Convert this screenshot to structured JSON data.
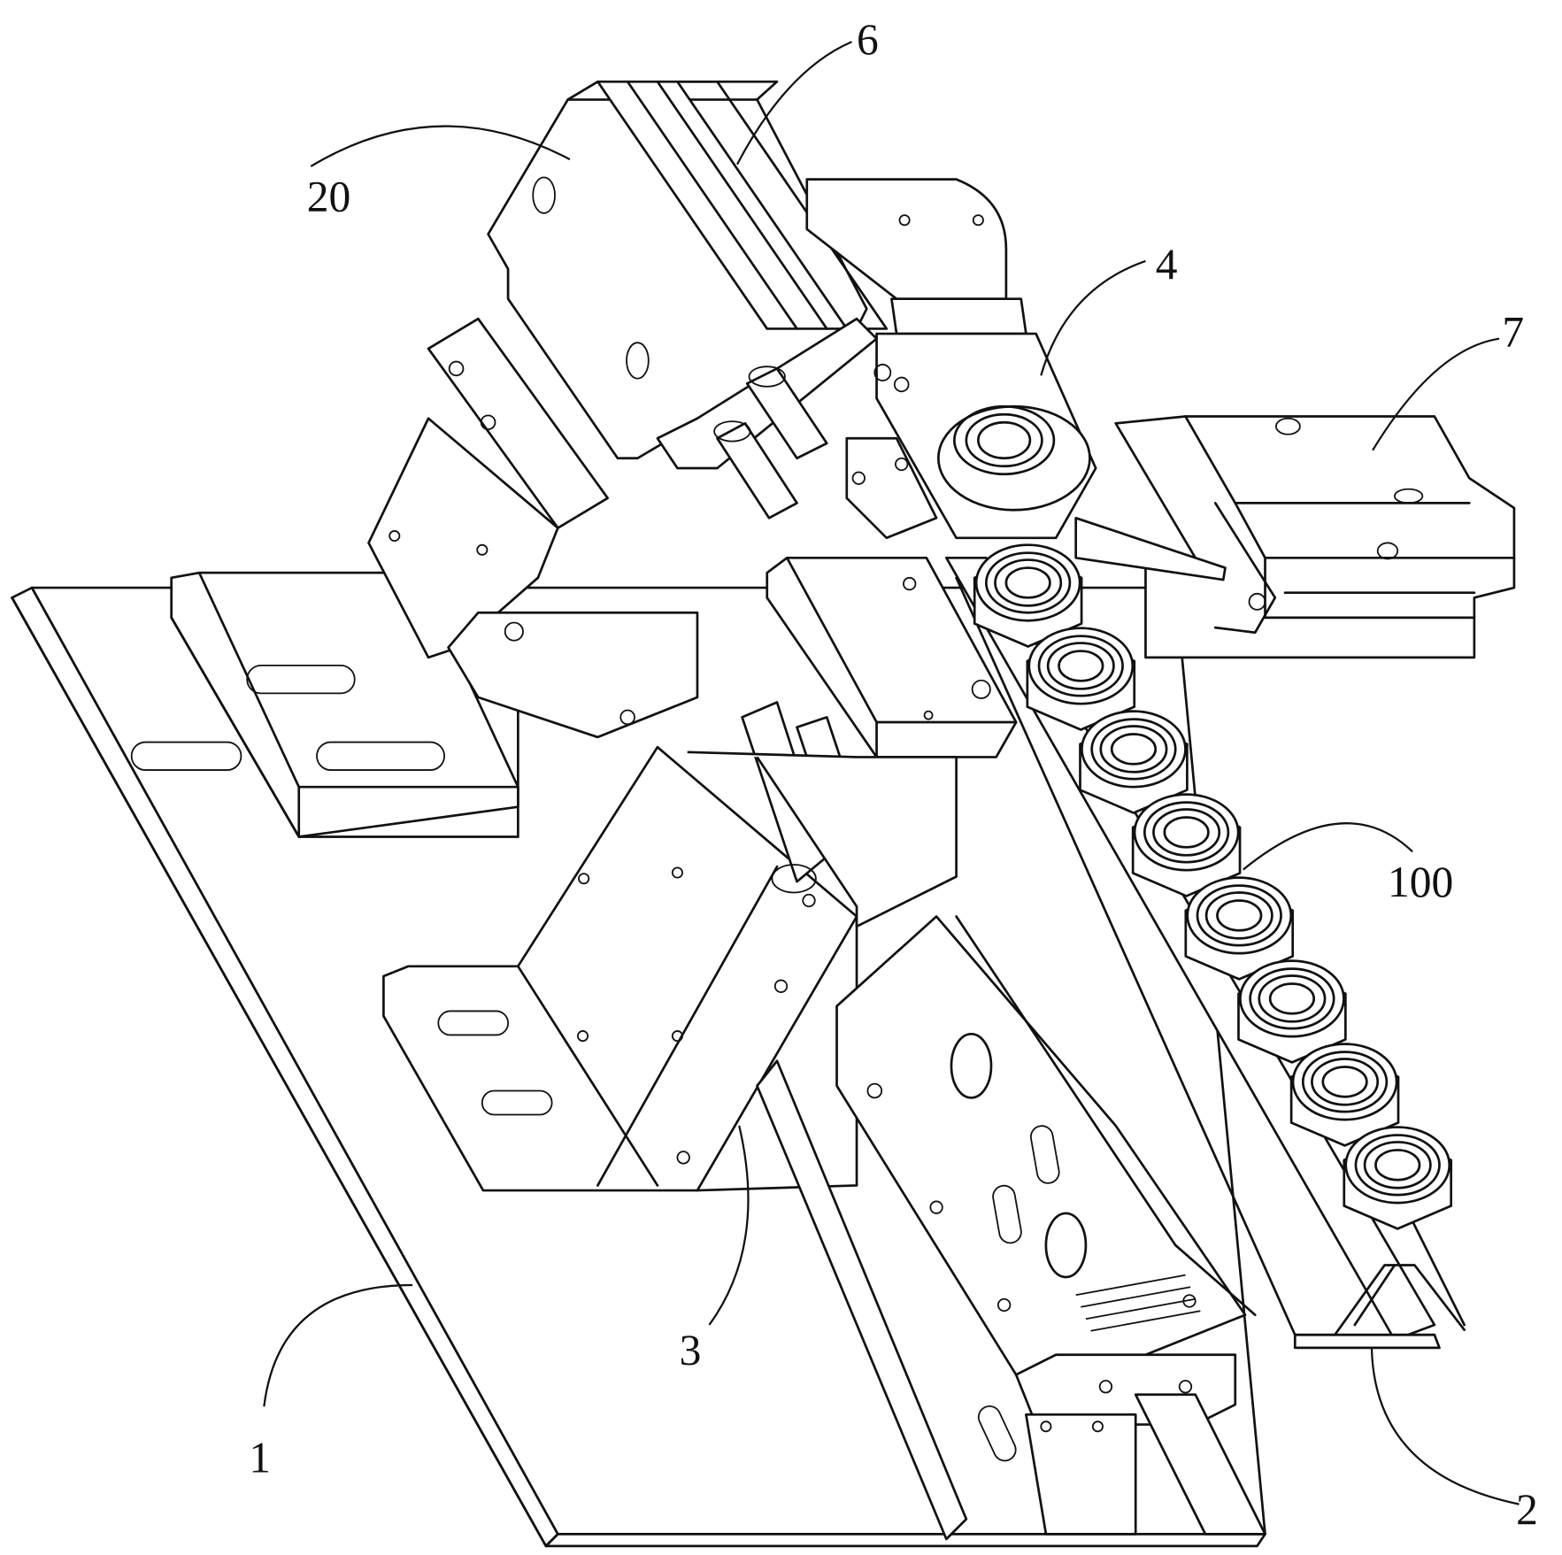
{
  "figure": {
    "type": "patent mechanical drawing (isometric view)",
    "background_color": "#ffffff",
    "line_color": "#111111"
  },
  "labels": [
    {
      "id": "1",
      "text": "1",
      "refers_to": "base plate"
    },
    {
      "id": "2",
      "text": "2",
      "refers_to": "feeding chute / track"
    },
    {
      "id": "3",
      "text": "3",
      "refers_to": "slide mechanism block"
    },
    {
      "id": "4",
      "text": "4",
      "refers_to": "nut holder / clamp"
    },
    {
      "id": "6",
      "text": "6",
      "refers_to": "cylinder assembly"
    },
    {
      "id": "7",
      "text": "7",
      "refers_to": "pushing cylinder"
    },
    {
      "id": "20",
      "text": "20",
      "refers_to": "mounting block"
    },
    {
      "id": "100",
      "text": "100",
      "refers_to": "nuts (workpieces)"
    }
  ],
  "nut_chain": {
    "count": 8
  }
}
